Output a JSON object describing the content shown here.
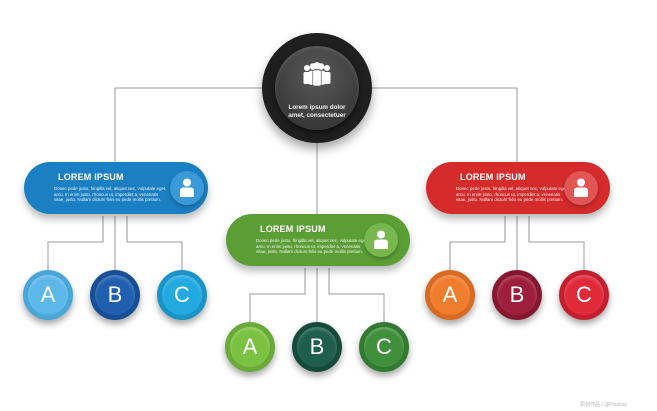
{
  "root": {
    "text": "Lorem ipsum dolor amet, consectetuer",
    "icon": "group-people-icon",
    "color": "#1f1f1f"
  },
  "cards": [
    {
      "id": "blue",
      "title": "LOREM IPSUM",
      "body": "Donec pede justo, fringilla vel, aliquet nec, vulputate eget, arcu. In enim justo, rhoncus ut, imperdiet a, venenatis vitae, justo. Nullam dictum felis eu pede mollis pretium.",
      "icon": "person-icon",
      "color": "#1b7fc4",
      "nodes": [
        {
          "label": "A",
          "color": "#5bb8e8"
        },
        {
          "label": "B",
          "color": "#1f5fae"
        },
        {
          "label": "C",
          "color": "#22a9e0"
        }
      ]
    },
    {
      "id": "green",
      "title": "LOREM IPSUM",
      "body": "Donec pede justo, fringilla vel, aliquet nec, vulputate eget, arcu. In enim justo, rhoncus ut, imperdiet a, venenatis vitae, justo. Nullam dictum felis eu pede mollis pretium.",
      "icon": "person-icon",
      "color": "#5b9e36",
      "nodes": [
        {
          "label": "A",
          "color": "#7cc242"
        },
        {
          "label": "B",
          "color": "#1e5e4a"
        },
        {
          "label": "C",
          "color": "#3f8f3c"
        }
      ]
    },
    {
      "id": "red",
      "title": "LOREM IPSUM",
      "body": "Donec pede justo, fringilla vel, aliquet nec, vulputate eget, arcu. In enim justo, rhoncus ut, imperdiet a, venenatis vitae, justo. Nullam dictum felis eu pede mollis pretium.",
      "icon": "person-icon",
      "color": "#d52b2b",
      "nodes": [
        {
          "label": "A",
          "color": "#f07c2e"
        },
        {
          "label": "B",
          "color": "#9e1f3b"
        },
        {
          "label": "C",
          "color": "#e02a3a"
        }
      ]
    }
  ],
  "watermark": "原创作品 / @Pixabay"
}
